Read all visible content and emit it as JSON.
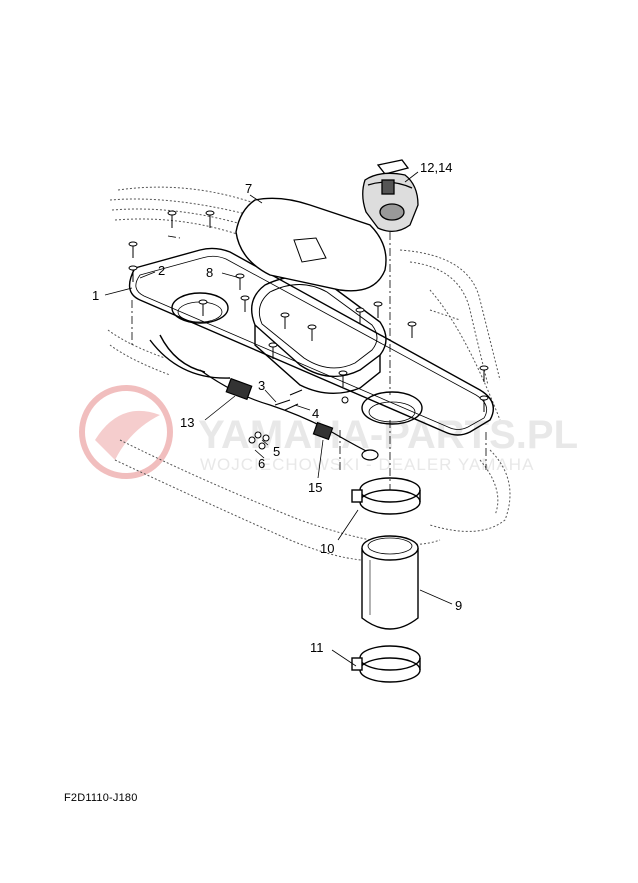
{
  "diagram_code": "F2D1110-J180",
  "watermark": {
    "line1": "YAMAHA-PARTS.PL",
    "line2": "WOJCIECHOWSKI - DEALER YAMAHA",
    "color": "#e8a0a0"
  },
  "callouts": [
    {
      "id": "c1",
      "label": "1"
    },
    {
      "id": "c2",
      "label": "2"
    },
    {
      "id": "c3",
      "label": "3"
    },
    {
      "id": "c4",
      "label": "4"
    },
    {
      "id": "c5",
      "label": "5"
    },
    {
      "id": "c6",
      "label": "6"
    },
    {
      "id": "c7",
      "label": "7"
    },
    {
      "id": "c8",
      "label": "8"
    },
    {
      "id": "c9",
      "label": "9"
    },
    {
      "id": "c10",
      "label": "10"
    },
    {
      "id": "c11",
      "label": "11"
    },
    {
      "id": "c12",
      "label": "12,14"
    },
    {
      "id": "c13",
      "label": "13"
    },
    {
      "id": "c15",
      "label": "15"
    }
  ]
}
